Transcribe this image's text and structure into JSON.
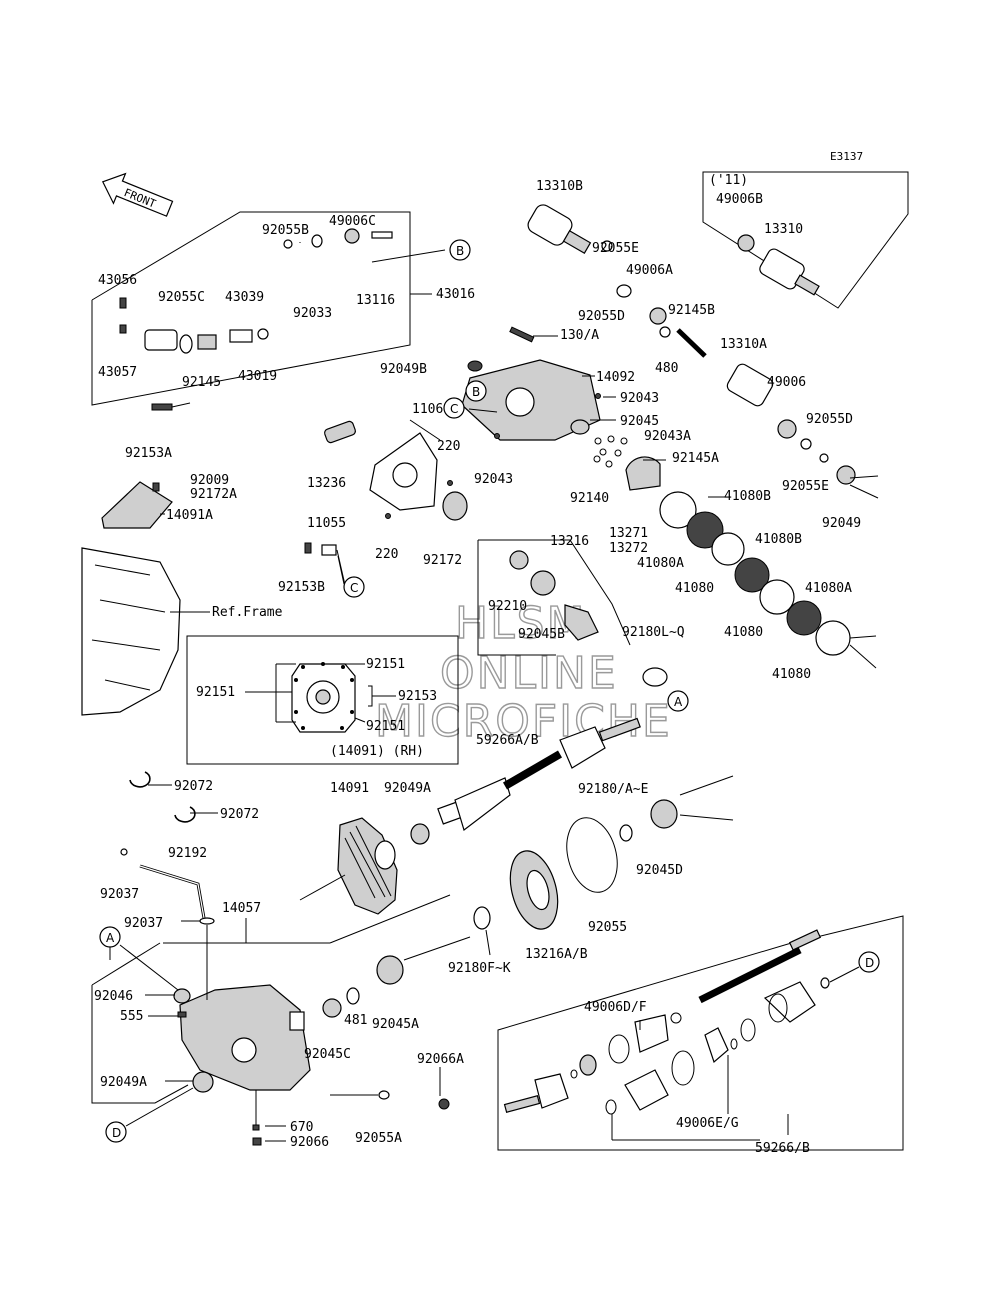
{
  "diagram_code": "E3137",
  "front_arrow": "FRONT",
  "year_note": "('11)",
  "ref_frame": "Ref.Frame",
  "subpanel_note": "(14091) (RH)",
  "watermark": [
    "HLSM",
    "ONLINE",
    "MICROFICHE"
  ],
  "callouts": [
    "A",
    "B",
    "C",
    "D"
  ],
  "labels": {
    "p43016": "43016",
    "p92055B": "92055B",
    "p49006C": "49006C",
    "p43056": "43056",
    "p92055C": "92055C",
    "p43039": "43039",
    "p92033": "92033",
    "p13116": "13116",
    "p43057": "43057",
    "p92145": "92145",
    "p43019": "43019",
    "p92153A": "92153A",
    "p13310B": "13310B",
    "p92055E": "92055E",
    "p49006A": "49006A",
    "p92055D": "92055D",
    "p92145B": "92145B",
    "p130A": "130/A",
    "p480": "480",
    "p13310A": "13310A",
    "p49006": "49006",
    "p92055D2": "92055D",
    "p92055E2": "92055E",
    "p92049": "92049",
    "p49006B": "49006B",
    "p13310": "13310",
    "p92049B": "92049B",
    "p14092": "14092",
    "p92043a": "92043",
    "p92045": "92045",
    "p11061": "11061",
    "p220a": "220",
    "p92043b": "92043",
    "p13236": "13236",
    "p92043A": "92043A",
    "p92145A": "92145A",
    "p92140": "92140",
    "p41080Ba": "41080B",
    "p13271": "13271",
    "p13272": "13272",
    "p41080Aa": "41080A",
    "p41080Bb": "41080B",
    "p41080a": "41080",
    "p41080Ab": "41080A",
    "p41080b": "41080",
    "p41080c": "41080",
    "p92009": "92009",
    "p92172A": "92172A",
    "p14091A": "14091A",
    "p11055": "11055",
    "p220b": "220",
    "p92172": "92172",
    "p13216": "13216",
    "p92153B": "92153B",
    "p92210": "92210",
    "p92045B": "92045B",
    "p92180LQ": "92180L~Q",
    "p92151a": "92151",
    "p92151b": "92151",
    "p92153": "92153",
    "p92151c": "92151",
    "p59266AB": "59266A/B",
    "p92072a": "92072",
    "p92072b": "92072",
    "p14091": "14091",
    "p92049A": "92049A",
    "p92180AE": "92180/A~E",
    "p92045D": "92045D",
    "p92192": "92192",
    "p92037a": "92037",
    "p92037b": "92037",
    "p14057": "14057",
    "p92055": "92055",
    "p13216AB": "13216A/B",
    "p92180FK": "92180F~K",
    "p92046": "92046",
    "p555": "555",
    "p481": "481",
    "p92045A": "92045A",
    "p92045C": "92045C",
    "p92066A": "92066A",
    "p92049A2": "92049A",
    "p670": "670",
    "p92066": "92066",
    "p92055A": "92055A",
    "p49006DF": "49006D/F",
    "p49006EG": "49006E/G",
    "p59266B": "59266/B"
  }
}
